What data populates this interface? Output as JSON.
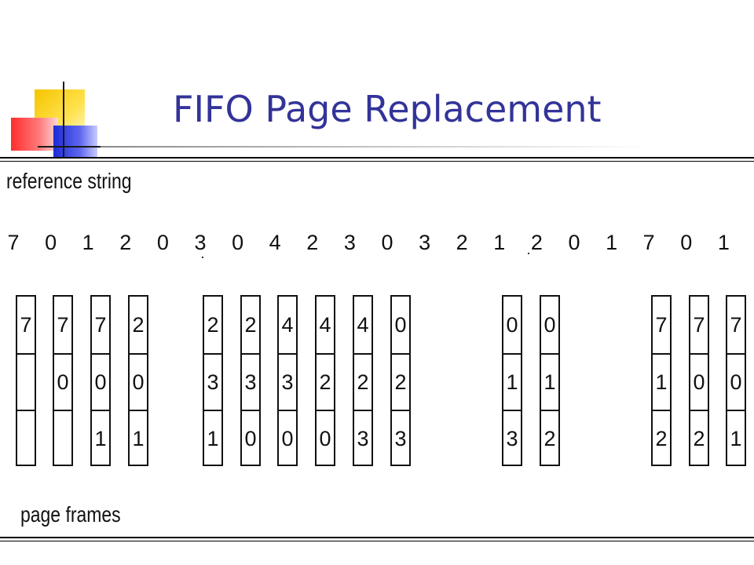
{
  "title": "FIFO Page Replacement",
  "reference_label": "reference string",
  "frames_label": "page frames",
  "reference_string": [
    "7",
    "0",
    "1",
    "2",
    "0",
    "3",
    "0",
    "4",
    "2",
    "3",
    "0",
    "3",
    "2",
    "1",
    "2",
    "0",
    "1",
    "7",
    "0",
    "1"
  ],
  "frames": [
    [
      "7",
      "",
      ""
    ],
    [
      "7",
      "0",
      ""
    ],
    [
      "7",
      "0",
      "1"
    ],
    [
      "2",
      "0",
      "1"
    ],
    [
      "2",
      "3",
      "1"
    ],
    [
      "2",
      "3",
      "0"
    ],
    [
      "4",
      "3",
      "0"
    ],
    [
      "4",
      "2",
      "0"
    ],
    [
      "4",
      "2",
      "3"
    ],
    [
      "0",
      "2",
      "3"
    ],
    [
      "0",
      "1",
      "3"
    ],
    [
      "0",
      "1",
      "2"
    ],
    [
      "7",
      "1",
      "2"
    ],
    [
      "7",
      "0",
      "2"
    ],
    [
      "7",
      "0",
      "1"
    ]
  ],
  "colors": {
    "title": "#333399",
    "logo_yellow": "#f5c400",
    "logo_red": "#ff2d2d",
    "logo_blue": "#1e2bd8"
  }
}
